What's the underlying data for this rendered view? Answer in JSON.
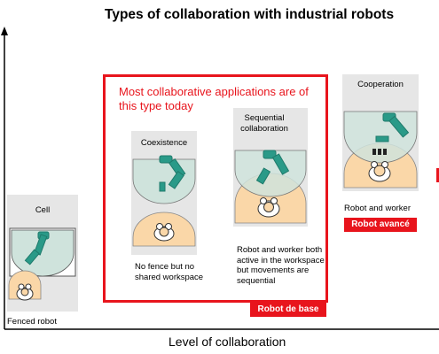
{
  "title": "Types of collaboration with industrial robots",
  "x_axis_label": "Level of collaboration",
  "highlight_text": "Most collaborative applications are of this type today",
  "stages": {
    "cell": {
      "name": "Cell",
      "caption": "Fenced robot"
    },
    "coexistence": {
      "name": "Coexistence",
      "caption": "No fence but no shared workspace"
    },
    "sequential": {
      "name": "Sequential collaboration",
      "caption": "Robot and worker both active in the workspace but movements are sequential"
    },
    "cooperation": {
      "name": "Cooperation",
      "caption": "Robot and worker"
    }
  },
  "badges": {
    "base": "Robot de base",
    "advanced": "Robot avancé"
  },
  "colors": {
    "robot_zone": "#cfe3dc",
    "robot_arm": "#2a9a88",
    "worker_zone": "#fad7a8",
    "highlight": "#e8141c"
  }
}
